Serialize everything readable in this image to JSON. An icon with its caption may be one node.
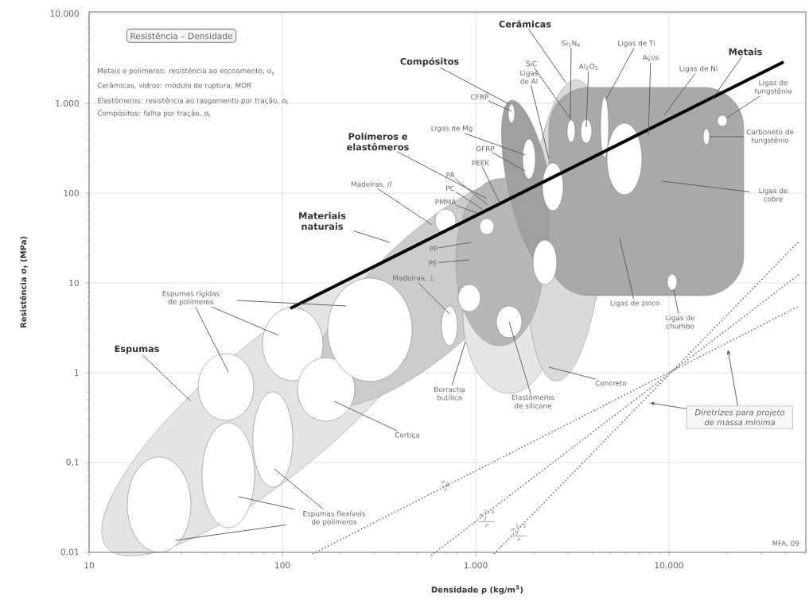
{
  "diagram": {
    "nodes": [
      {
        "text": [
          "Resistência – Densidade"
        ]
      },
      {
        "text": [
          "Cerâmicas"
        ]
      },
      {
        "text": [
          "Si$_{3}$N$_{4}$"
        ]
      },
      {
        "text": [
          "SiC"
        ]
      },
      {
        "text": [
          "Al$_{2}$O$_{3}$"
        ]
      },
      {
        "text": [
          "Ligas de Ti"
        ]
      },
      {
        "text": [
          "Aços"
        ]
      },
      {
        "text": [
          "Ligas de Ni"
        ]
      },
      {
        "text": [
          "Metais"
        ]
      },
      {
        "text": [
          "Ligas de tungstênio"
        ]
      },
      {
        "text": [
          "Carboneto de tungstênio"
        ]
      },
      {
        "text": [
          "Ligas de cobre"
        ]
      },
      {
        "text": [
          "Compósitos"
        ]
      },
      {
        "text": [
          "Ligas de Al"
        ]
      },
      {
        "text": [
          "CFRP"
        ]
      },
      {
        "text": [
          "Ligas de Mg"
        ]
      },
      {
        "text": [
          "GFRP"
        ]
      },
      {
        "text": [
          "PEEK"
        ]
      },
      {
        "text": [
          "Polímeros e elastômeros"
        ]
      },
      {
        "text": [
          "PA"
        ]
      },
      {
        "text": [
          "PC"
        ]
      },
      {
        "text": [
          "PMMA"
        ]
      },
      {
        "text": [
          "Madeiras, //"
        ]
      },
      {
        "text": [
          "Materiais naturais"
        ]
      },
      {
        "text": [
          "PP"
        ]
      },
      {
        "text": [
          "PE"
        ]
      },
      {
        "text": [
          "Madeiras, ⊥"
        ]
      },
      {
        "text": [
          "Espumas rígidas de polímeros"
        ]
      },
      {
        "text": [
          "Espumas"
        ]
      },
      {
        "text": [
          "Cortiça"
        ]
      },
      {
        "text": [
          "Espumas flexíveis de polímeros"
        ]
      },
      {
        "text": [
          "Borracha butílica"
        ]
      },
      {
        "text": [
          "Elastômeros de silicone"
        ]
      },
      {
        "text": [
          "Concreto"
        ]
      },
      {
        "text": [
          "Ligas de zinco"
        ]
      },
      {
        "text": [
          "Ligas de chumbo"
        ]
      },
      {
        "text": [
          "Diretrizes para projeto de massa mínima"
        ]
      },
      {
        "text": [],
        "shape": "ellipse"
      },
      {
        "text": [],
        "shape": "ellipse"
      },
      {
        "text": [],
        "shape": "ellipse"
      }
    ],
    "edges": [
      {
        "from": 1,
        "to": null,
        "arrow": "none"
      },
      {
        "from": 2,
        "to": null,
        "arrow": "none"
      },
      {
        "from": 3,
        "to": null,
        "arrow": "none"
      },
      {
        "from": 4,
        "to": null,
        "arrow": "none"
      },
      {
        "from": 5,
        "to": null,
        "arrow": "none"
      },
      {
        "from": 6,
        "to": null,
        "arrow": "none"
      },
      {
        "from": 7,
        "to": null,
        "arrow": "none"
      },
      {
        "from": 8,
        "to": null,
        "arrow": "none"
      },
      {
        "from": 9,
        "to": 38,
        "arrow": "none"
      },
      {
        "from": 10,
        "to": 39,
        "arrow": "none"
      },
      {
        "from": 11,
        "to": null,
        "arrow": "none"
      },
      {
        "from": 12,
        "to": null,
        "arrow": "none"
      },
      {
        "from": 13,
        "to": null,
        "arrow": "none"
      },
      {
        "from": 14,
        "to": null,
        "arrow": "none"
      },
      {
        "from": 15,
        "to": null,
        "arrow": "none"
      },
      {
        "from": 16,
        "to": null,
        "arrow": "none"
      },
      {
        "from": 17,
        "to": null,
        "arrow": "none"
      },
      {
        "from": 18,
        "to": null,
        "arrow": "none"
      },
      {
        "from": 19,
        "to": null,
        "arrow": "none"
      },
      {
        "from": 20,
        "to": null,
        "arrow": "none"
      },
      {
        "from": 21,
        "to": null,
        "arrow": "none"
      },
      {
        "from": 22,
        "to": null,
        "arrow": "none"
      },
      {
        "from": 23,
        "to": null,
        "arrow": "none"
      },
      {
        "from": 24,
        "to": null,
        "arrow": "none"
      },
      {
        "from": 25,
        "to": null,
        "arrow": "none"
      },
      {
        "from": 26,
        "to": null,
        "arrow": "none"
      },
      {
        "from": 27,
        "to": null,
        "arrow": "none"
      },
      {
        "from": 27,
        "to": null,
        "arrow": "none"
      },
      {
        "from": 27,
        "to": null,
        "arrow": "none"
      },
      {
        "from": 28,
        "to": null,
        "arrow": "none"
      },
      {
        "from": 29,
        "to": null,
        "arrow": "none"
      },
      {
        "from": 30,
        "to": null,
        "arrow": "none"
      },
      {
        "from": 30,
        "to": null,
        "arrow": "none"
      },
      {
        "from": 30,
        "to": null,
        "arrow": "none"
      },
      {
        "from": 31,
        "to": null,
        "arrow": "none"
      },
      {
        "from": 32,
        "to": null,
        "arrow": "none"
      },
      {
        "from": 33,
        "to": null,
        "arrow": "none"
      },
      {
        "from": 34,
        "to": null,
        "arrow": "none"
      },
      {
        "from": 35,
        "to": 37,
        "arrow": "none"
      },
      {
        "from": 36,
        "to": null,
        "arrow": "to"
      },
      {
        "from": 36,
        "to": null,
        "arrow": "to"
      }
    ],
    "labels": [
      "Metais e polímeros: resistência ao escoamento, σ$_{y}$",
      "Cerâmicas, vidros: módulo de ruptura, MOR",
      "Elastômeros: resistência ao rasgamento por tração, σ$_{t}$",
      "Compósitos: falha por tração, σ$_{t}$",
      "10.000",
      "1.000",
      "100",
      "10",
      "1",
      "0,1",
      "0,01",
      "10",
      "100",
      "1.000",
      "10.000",
      "Resistência σ$_{f}$ (MPa)",
      "Densidade ρ (kg/m$^{3}$)",
      "\\frac{\\sigma_y}{\\rho}",
      "\\frac{\\sigma_f^{2/3}}{\\rho}",
      "\\frac{\\sigma_f^{1/2}}{\\rho}",
      "MFA, 09"
    ]
  }
}
